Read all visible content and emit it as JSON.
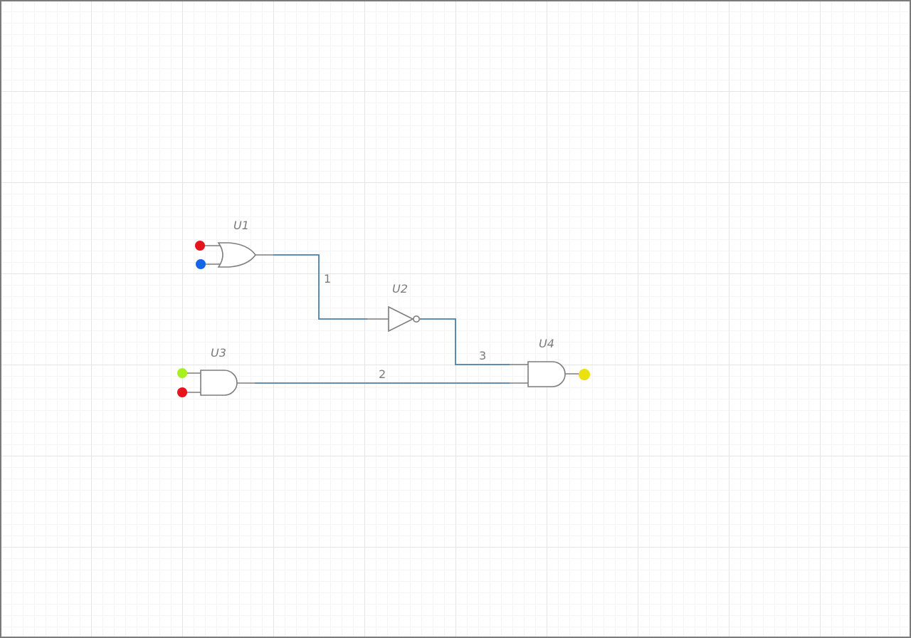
{
  "components": {
    "u1": {
      "ref": "U1",
      "type": "OR"
    },
    "u2": {
      "ref": "U2",
      "type": "NOT"
    },
    "u3": {
      "ref": "U3",
      "type": "AND"
    },
    "u4": {
      "ref": "U4",
      "type": "AND"
    }
  },
  "nets": {
    "net1": "1",
    "net2": "2",
    "net3": "3"
  },
  "terminals": {
    "u1_in_a": {
      "color": "#e8141b"
    },
    "u1_in_b": {
      "color": "#1466e8"
    },
    "u3_in_a": {
      "color": "#a6f01e"
    },
    "u3_in_b": {
      "color": "#e8141b"
    },
    "u4_out": {
      "color": "#ebe010"
    }
  }
}
